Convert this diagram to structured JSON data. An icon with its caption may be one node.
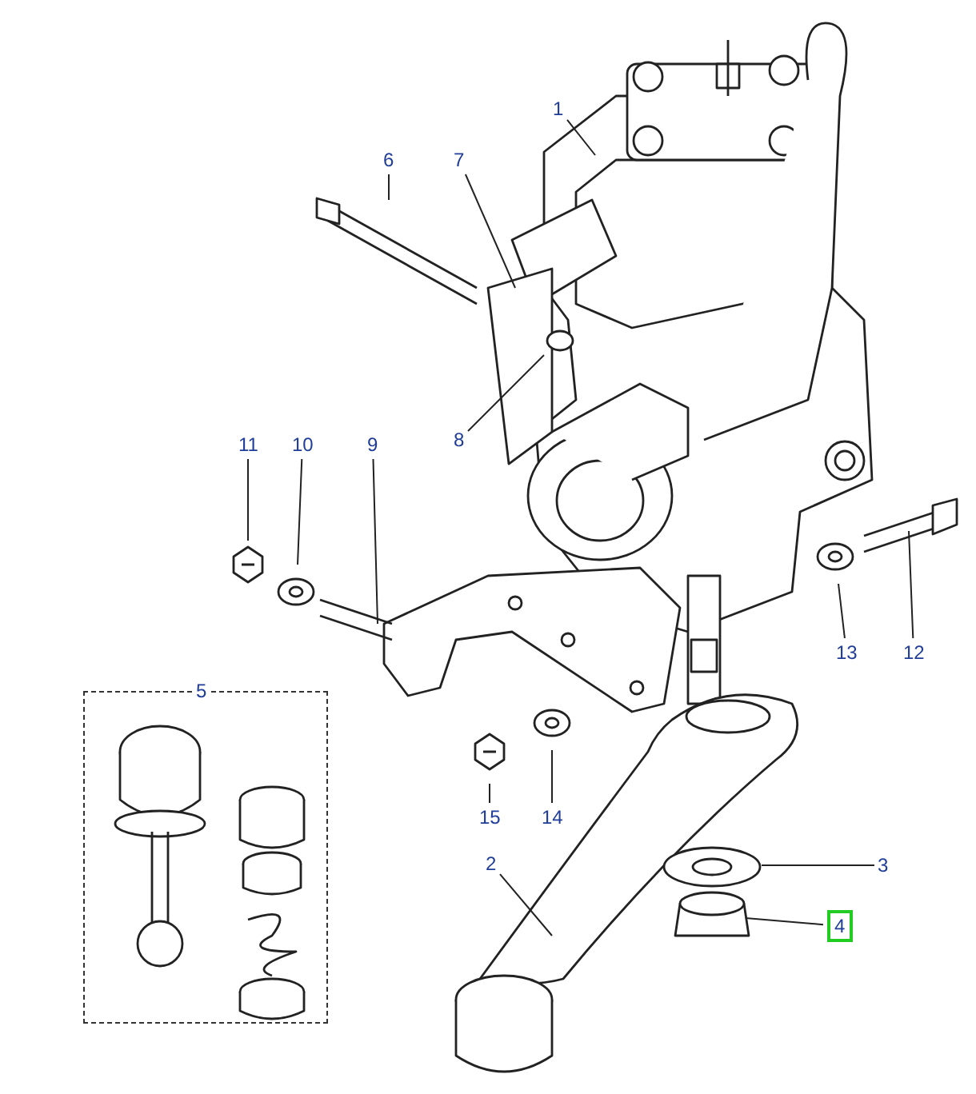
{
  "diagram": {
    "nodes": [
      {
        "text": [
          "1"
        ]
      },
      {
        "text": [
          "6"
        ]
      },
      {
        "text": [
          "7"
        ]
      },
      {
        "text": [
          "8"
        ]
      },
      {
        "text": [
          "11"
        ]
      },
      {
        "text": [
          "10"
        ]
      },
      {
        "text": [
          "9"
        ]
      },
      {
        "text": [
          "13"
        ]
      },
      {
        "text": [
          "12"
        ]
      },
      {
        "text": [
          "5"
        ]
      },
      {
        "text": [
          "15"
        ]
      },
      {
        "text": [
          "14"
        ]
      },
      {
        "text": [
          "2"
        ]
      },
      {
        "text": [
          "3"
        ]
      },
      {
        "text": [
          "4"
        ]
      }
    ],
    "edges": [
      {
        "from": 0,
        "to": null,
        "arrow": "none"
      },
      {
        "from": 1,
        "to": null,
        "arrow": "none"
      },
      {
        "from": 2,
        "to": null,
        "arrow": "none"
      },
      {
        "from": 3,
        "to": null,
        "arrow": "none"
      },
      {
        "from": 4,
        "to": null,
        "arrow": "none"
      },
      {
        "from": 5,
        "to": null,
        "arrow": "none"
      },
      {
        "from": 6,
        "to": null,
        "arrow": "none"
      },
      {
        "from": 7,
        "to": null,
        "arrow": "none"
      },
      {
        "from": 8,
        "to": null,
        "arrow": "none"
      },
      {
        "from": 10,
        "to": null,
        "arrow": "none"
      },
      {
        "from": 11,
        "to": null,
        "arrow": "none"
      },
      {
        "from": 12,
        "to": null,
        "arrow": "none"
      },
      {
        "from": 13,
        "to": null,
        "arrow": "none"
      },
      {
        "from": 14,
        "to": null,
        "arrow": "none"
      }
    ]
  }
}
